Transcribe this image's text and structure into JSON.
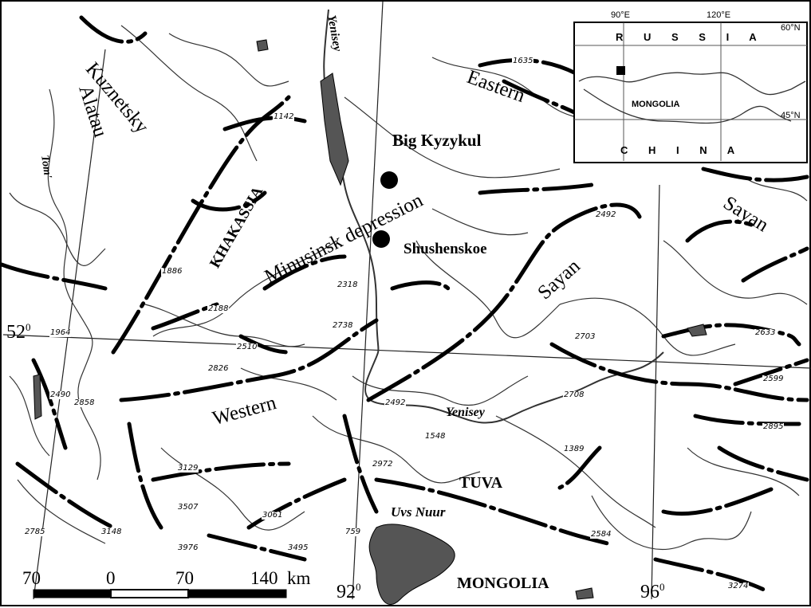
{
  "regions": {
    "kuznetsky": "Kuznetsky",
    "alatau": "Alatau",
    "khakassia": "KHAKASSIA",
    "minusinsk": "Minusinsk depression",
    "eastern": "Eastern",
    "sayan_east": "Sayan",
    "sayan_mid": "Sayan",
    "western": "Western",
    "tuva": "TUVA",
    "mongolia": "MONGOLIA"
  },
  "sites": {
    "big_kyzykul": "Big Kyzykul",
    "shushenskoe": "Shushenskoe"
  },
  "water": {
    "yenisey_north": "Yenisey",
    "yenisey_south": "Yenisey",
    "tom": "Tom'",
    "uvs_nuur": "Uvs Nuur"
  },
  "graticule": {
    "lat_52": "52",
    "lon_92": "92",
    "lon_96": "96",
    "degree_mark": "0"
  },
  "elevations": [
    "1635",
    "1142",
    "2492",
    "1886",
    "2318",
    "2188",
    "1964",
    "2510",
    "2738",
    "2703",
    "2633",
    "2826",
    "2490",
    "2858",
    "2492",
    "2708",
    "2599",
    "1548",
    "2895",
    "1389",
    "2972",
    "3129",
    "3507",
    "3061",
    "2785",
    "3148",
    "759",
    "2584",
    "3976",
    "3495",
    "3274"
  ],
  "scale_bar": {
    "tick_70_left": "70",
    "tick_0": "0",
    "tick_70_right": "70",
    "tick_140": "140",
    "unit": "km"
  },
  "inset": {
    "lon_90": "90°E",
    "lon_120": "120°E",
    "lat_60": "60°N",
    "lat_45": "45°N",
    "russia": "R U S S I A",
    "mongolia": "MONGOLIA",
    "china": "C H I N A"
  }
}
